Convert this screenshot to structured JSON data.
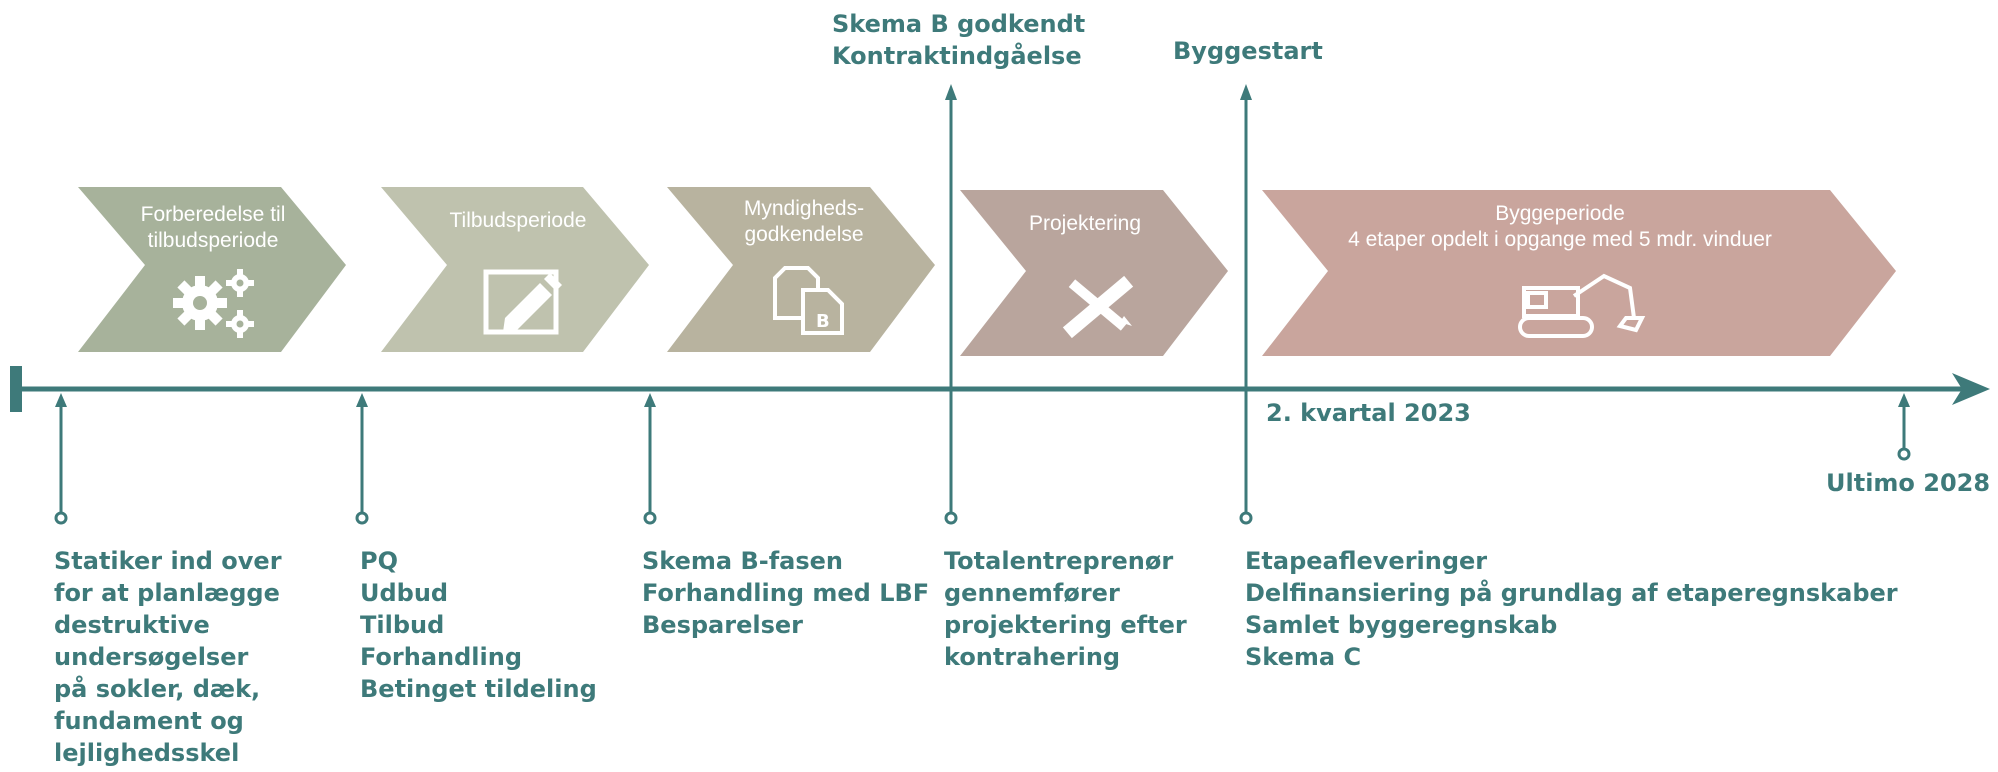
{
  "colors": {
    "teal": "#3e7a7a",
    "phase1": "#a7b29b",
    "phase2": "#bfc2ae",
    "phase3": "#b8b39f",
    "phase4": "#b9a59d",
    "phase5": "#c9a59d"
  },
  "phases": [
    {
      "lines": [
        "Forberedelse til",
        "tilbudsperiode"
      ],
      "icon": "gears-icon"
    },
    {
      "lines": [
        "Tilbudsperiode"
      ],
      "icon": "edit-icon"
    },
    {
      "lines": [
        "Myndigheds-",
        "godkendelse"
      ],
      "icon": "documents-b-icon"
    },
    {
      "lines": [
        "Projektering"
      ],
      "icon": "ruler-pencil-icon"
    },
    {
      "lines": [
        "Byggeperiode",
        "4 etaper opdelt i opgange med 5 mdr. vinduer"
      ],
      "icon": "excavator-icon"
    }
  ],
  "milestones_above": [
    {
      "lines": [
        "Skema B godkendt",
        "Kontraktindgåelse"
      ]
    },
    {
      "lines": [
        "Byggestart"
      ]
    }
  ],
  "axis_labels": {
    "start_date": "2. kvartal 2023",
    "end_date": "Ultimo 2028"
  },
  "milestones_below": [
    {
      "lines": [
        "Statiker ind over",
        "for at planlægge",
        "destruktive",
        "undersøgelser",
        "på sokler, dæk,",
        "fundament og",
        "lejlighedsskel"
      ]
    },
    {
      "lines": [
        "PQ",
        "Udbud",
        "Tilbud",
        "Forhandling",
        "Betinget tildeling"
      ]
    },
    {
      "lines": [
        "Skema B-fasen",
        "Forhandling med LBF",
        "Besparelser"
      ]
    },
    {
      "lines": [
        "Totalentreprenør",
        "gennemfører",
        "projektering efter",
        "kontrahering"
      ]
    },
    {
      "lines": [
        "Etapeafleveringer",
        "Delfinansiering på grundlag af etaperegnskaber",
        "Samlet byggeregnskab",
        "Skema C"
      ]
    }
  ]
}
